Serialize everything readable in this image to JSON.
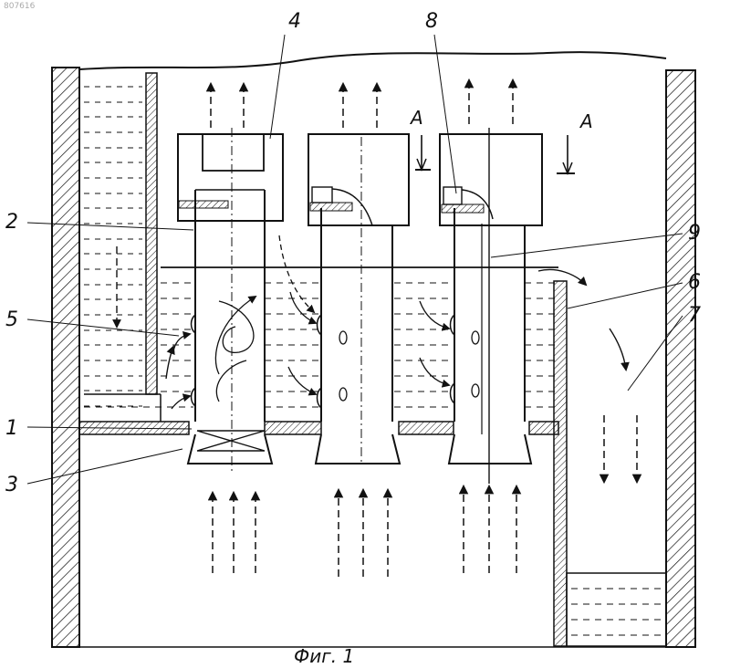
{
  "figure": {
    "caption": "Фиг. 1",
    "corner_mark": "807616",
    "section_marks": [
      "А",
      "А"
    ],
    "part_numbers": [
      "1",
      "2",
      "3",
      "4",
      "5",
      "6",
      "7",
      "8",
      "9"
    ]
  },
  "colors": {
    "ink": "#111111",
    "paper": "#ffffff"
  }
}
